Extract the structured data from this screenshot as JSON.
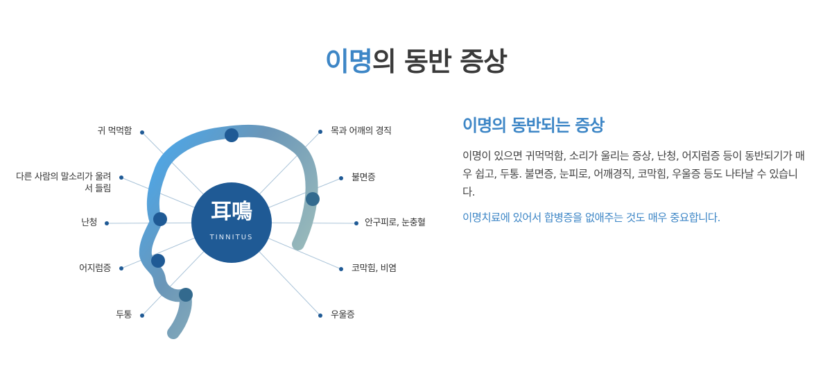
{
  "title": {
    "accent": "이명",
    "rest": "의 동반 증상"
  },
  "center": {
    "main": "耳鳴",
    "sub": "TINNITUS"
  },
  "symptoms": {
    "left": [
      "귀 먹먹함",
      "다른 사람의 말소리가 울려서 들림",
      "난청",
      "어지럼증",
      "두통"
    ],
    "right": [
      "목과 어깨의 경직",
      "불면증",
      "안구피로, 눈충혈",
      "코막힘, 비염",
      "우울증"
    ]
  },
  "panel": {
    "heading": "이명의 동반되는 증상",
    "body": "이명이 있으면 귀먹먹함, 소리가 울리는 증상, 난청, 어지럼증 등이 동반되기가 매우 쉽고, 두통. 불면증, 눈피로, 어깨경직, 코막힘, 우울증 등도 나타날 수 있습니다.",
    "note": "이명치료에 있어서 합병증을 없애주는 것도 매우 중요합니다."
  },
  "colors": {
    "accent": "#3d86c6",
    "core": "#1f5a95",
    "title_text": "#3a3a3a",
    "outline_top": "#4aa8ec",
    "outline_mid": "#6a96b8",
    "outline_low": "#9dbdbb"
  }
}
